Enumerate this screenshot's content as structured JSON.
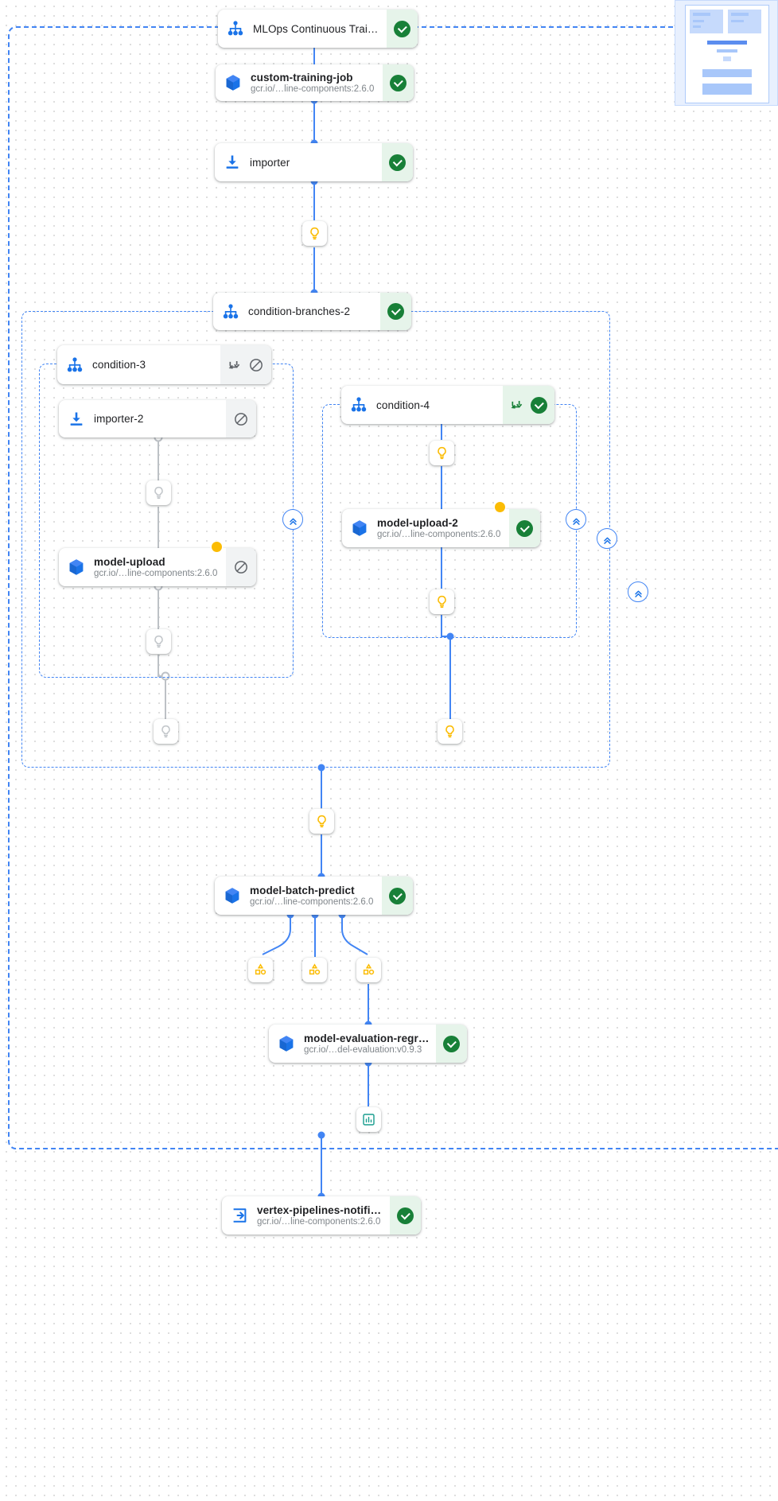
{
  "app": {
    "name": "vertex-ai-pipeline-graph",
    "view": "pipeline-dag"
  },
  "groups": [
    {
      "id": "root",
      "label": ""
    },
    {
      "id": "condition-branches-2-body",
      "label": ""
    },
    {
      "id": "condition-3-body",
      "label": ""
    },
    {
      "id": "condition-4-body",
      "label": ""
    }
  ],
  "nodes": [
    {
      "id": "mlops-root",
      "title": "MLOps Continuous Traini…",
      "subtitle": "",
      "icon": "dag-root-icon",
      "status": "succeeded",
      "status_icon": "check-circle-icon",
      "title_weight": "regular"
    },
    {
      "id": "custom-training-job",
      "title": "custom-training-job",
      "subtitle": "gcr.io/…line-components:2.6.0",
      "icon": "container-box-icon",
      "status": "succeeded",
      "status_icon": "check-circle-icon",
      "title_weight": "bold"
    },
    {
      "id": "importer",
      "title": "importer",
      "subtitle": "",
      "icon": "import-download-icon",
      "status": "succeeded",
      "status_icon": "check-circle-icon",
      "title_weight": "regular"
    },
    {
      "id": "condition-branches-2",
      "title": "condition-branches-2",
      "subtitle": "",
      "icon": "dag-root-icon",
      "status": "succeeded",
      "status_icon": "check-circle-icon",
      "title_weight": "regular"
    },
    {
      "id": "condition-3",
      "title": "condition-3",
      "subtitle": "",
      "icon": "dag-root-icon",
      "status": "skipped",
      "status_icon": "branch-skip-icon,block-circle-icon",
      "title_weight": "regular"
    },
    {
      "id": "importer-2",
      "title": "importer-2",
      "subtitle": "",
      "icon": "import-download-icon",
      "status": "skipped",
      "status_icon": "block-circle-icon",
      "title_weight": "regular"
    },
    {
      "id": "model-upload",
      "title": "model-upload",
      "subtitle": "gcr.io/…line-components:2.6.0",
      "icon": "container-box-icon",
      "status": "skipped",
      "status_icon": "block-circle-icon",
      "title_weight": "bold"
    },
    {
      "id": "condition-4",
      "title": "condition-4",
      "subtitle": "",
      "icon": "dag-root-icon",
      "status": "succeeded",
      "status_icon": "branch-skip-icon,check-circle-icon",
      "title_weight": "regular"
    },
    {
      "id": "model-upload-2",
      "title": "model-upload-2",
      "subtitle": "gcr.io/…line-components:2.6.0",
      "icon": "container-box-icon",
      "status": "succeeded",
      "status_icon": "check-circle-icon",
      "title_weight": "bold"
    },
    {
      "id": "model-batch-predict",
      "title": "model-batch-predict",
      "subtitle": "gcr.io/…line-components:2.6.0",
      "icon": "container-box-icon",
      "status": "succeeded",
      "status_icon": "check-circle-icon",
      "title_weight": "bold"
    },
    {
      "id": "model-evaluation-regression",
      "title": "model-evaluation-regres…",
      "subtitle": "gcr.io/…del-evaluation:v0.9.3",
      "icon": "container-box-icon",
      "status": "succeeded",
      "status_icon": "check-circle-icon",
      "title_weight": "bold"
    },
    {
      "id": "vertex-pipelines-notification",
      "title": "vertex-pipelines-notificat…",
      "subtitle": "gcr.io/…line-components:2.6.0",
      "icon": "exit-arrow-icon",
      "status": "succeeded",
      "status_icon": "check-circle-icon",
      "title_weight": "bold"
    }
  ],
  "artifacts": [
    {
      "id": "artifact-1",
      "icon": "lightbulb-icon",
      "state": "active"
    },
    {
      "id": "artifact-2",
      "icon": "lightbulb-icon",
      "state": "disabled"
    },
    {
      "id": "artifact-3",
      "icon": "lightbulb-icon",
      "state": "disabled"
    },
    {
      "id": "artifact-4",
      "icon": "lightbulb-icon",
      "state": "disabled"
    },
    {
      "id": "artifact-5",
      "icon": "lightbulb-icon",
      "state": "active"
    },
    {
      "id": "artifact-6",
      "icon": "lightbulb-icon",
      "state": "active"
    },
    {
      "id": "artifact-7",
      "icon": "lightbulb-icon",
      "state": "active"
    },
    {
      "id": "artifact-8",
      "icon": "lightbulb-icon",
      "state": "active"
    },
    {
      "id": "artifact-9",
      "icon": "dataset-shapes-icon",
      "state": "active"
    },
    {
      "id": "artifact-10",
      "icon": "dataset-shapes-icon",
      "state": "active"
    },
    {
      "id": "artifact-11",
      "icon": "dataset-shapes-icon",
      "state": "active"
    },
    {
      "id": "artifact-12",
      "icon": "metrics-bar-icon",
      "state": "active"
    }
  ],
  "expanders": [
    {
      "id": "expander-1",
      "icon": "chevron-collapse-icon"
    },
    {
      "id": "expander-2",
      "icon": "chevron-collapse-icon"
    },
    {
      "id": "expander-3",
      "icon": "chevron-collapse-icon"
    },
    {
      "id": "expander-4",
      "icon": "chevron-collapse-icon"
    }
  ],
  "colors": {
    "accent_blue": "#4285f4",
    "success_green": "#188038",
    "success_bg": "#e6f4ea",
    "artifact_yellow": "#fbbc04",
    "disabled_gray": "#9aa0a6",
    "edge_blue": "#4285f4",
    "edge_gray": "#bdc1c6",
    "text_primary": "#202124",
    "text_secondary": "#80868b"
  },
  "minimap": {
    "name": "graph-minimap"
  }
}
